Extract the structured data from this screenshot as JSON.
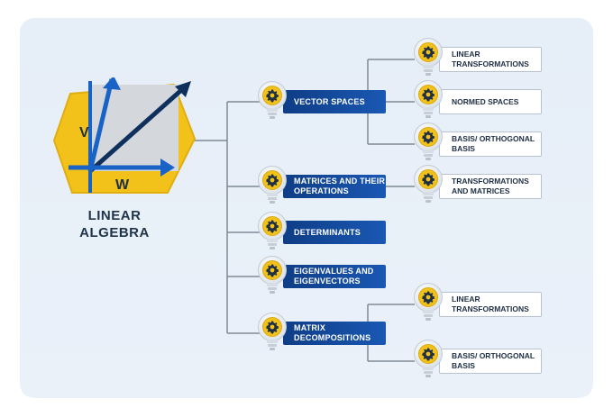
{
  "root": {
    "title": "LINEAR ALGEBRA",
    "vector_v_label": "V",
    "vector_w_label": "W"
  },
  "colors": {
    "accent_blue": "#1a58b3",
    "yellow": "#f2c21b",
    "panel_bg": "#e9f0f8",
    "line": "#7f8a96"
  },
  "categories": [
    {
      "label": "VECTOR SPACES"
    },
    {
      "label": "MATRICES AND THEIR OPERATIONS"
    },
    {
      "label": "DETERMINANTS"
    },
    {
      "label": "EIGENVALUES AND EIGENVECTORS"
    },
    {
      "label": "MATRIX DECOMPOSITIONS"
    }
  ],
  "subtopics": [
    {
      "label": "LINEAR TRANSFORMATIONS",
      "parent": "VECTOR SPACES"
    },
    {
      "label": "NORMED SPACES",
      "parent": "VECTOR SPACES"
    },
    {
      "label": "BASIS/ ORTHOGONAL BASIS",
      "parent": "VECTOR SPACES"
    },
    {
      "label": "TRANSFORMATIONS AND MATRICES",
      "parent": "MATRICES AND THEIR OPERATIONS"
    },
    {
      "label": "LINEAR TRANSFORMATIONS",
      "parent": "MATRIX DECOMPOSITIONS"
    },
    {
      "label": "BASIS/ ORTHOGONAL BASIS",
      "parent": "MATRIX DECOMPOSITIONS"
    }
  ],
  "badge_icon": "gear-icon"
}
